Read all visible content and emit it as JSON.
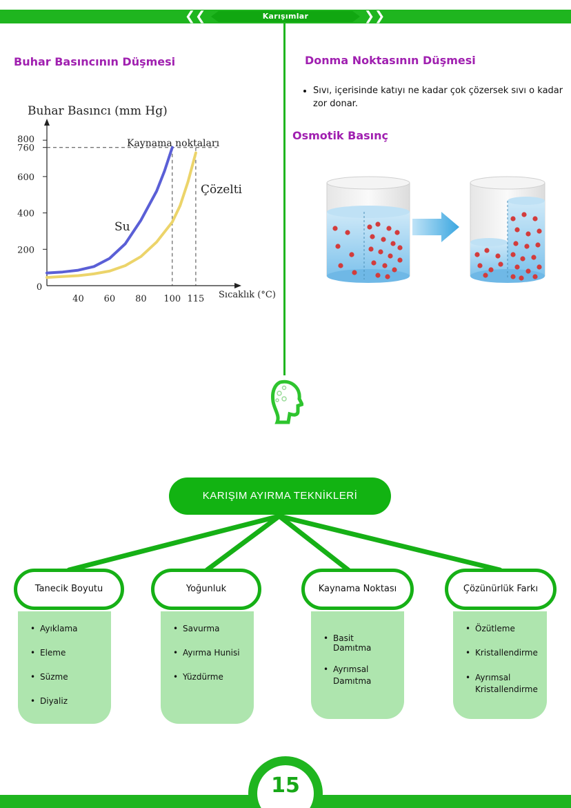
{
  "header": {
    "title": "Karışımlar"
  },
  "left": {
    "section_title": "Buhar Basıncının Düşmesi"
  },
  "right": {
    "section1_title": "Donma Noktasının Düşmesi",
    "bullet1": "Sıvı, içerisinde katıyı ne kadar çok çözersek sıvı o kadar zor donar.",
    "section2_title": "Osmotik Basınç"
  },
  "chart_data": {
    "type": "line",
    "ylabel": "Buhar Basıncı (mm Hg)",
    "xlabel": "Sıcaklık (°C)",
    "annotation": "Kaynama noktaları",
    "x_ticks": [
      "40",
      "60",
      "80",
      "100",
      "115"
    ],
    "y_ticks": [
      "0",
      "200",
      "400",
      "600",
      "760",
      "800"
    ],
    "origin_label": "0",
    "xlim": [
      20,
      130
    ],
    "ylim": [
      0,
      850
    ],
    "reference_line_y": 760,
    "reference_x": [
      100,
      115
    ],
    "grid": false,
    "series": [
      {
        "name": "Su",
        "color": "#5a5fd6",
        "x": [
          20,
          30,
          40,
          50,
          60,
          70,
          80,
          90,
          95,
          100
        ],
        "y": [
          70,
          75,
          85,
          105,
          150,
          230,
          360,
          520,
          630,
          760
        ]
      },
      {
        "name": "Çözelti",
        "color": "#ecd46a",
        "x": [
          20,
          30,
          40,
          50,
          60,
          70,
          80,
          90,
          100,
          105,
          110,
          115
        ],
        "y": [
          45,
          50,
          55,
          65,
          80,
          110,
          160,
          240,
          350,
          440,
          570,
          730
        ]
      }
    ]
  },
  "mindmap": {
    "root": "KARIŞIM AYIRMA TEKNİKLERİ",
    "categories": [
      {
        "title": "Tanecik Boyutu",
        "items": [
          "Ayıklama",
          "Eleme",
          "Süzme",
          "Diyaliz"
        ]
      },
      {
        "title": "Yoğunluk",
        "items": [
          "Savurma",
          "Ayırma Hunisi",
          "Yüzdürme"
        ]
      },
      {
        "title": "Kaynama Noktası",
        "items": [
          "Basit Damıtma",
          "Ayrımsal Damıtma"
        ]
      },
      {
        "title": "Çözünürlük Farkı",
        "items": [
          "Özütleme",
          "Kristallendirme",
          "Ayrımsal Kristallendirme"
        ]
      }
    ]
  },
  "footer": {
    "page_number": "15"
  },
  "colors": {
    "brand_green": "#1fb51f",
    "heading_purple": "#a020b0",
    "card_green": "#aee5ae"
  }
}
